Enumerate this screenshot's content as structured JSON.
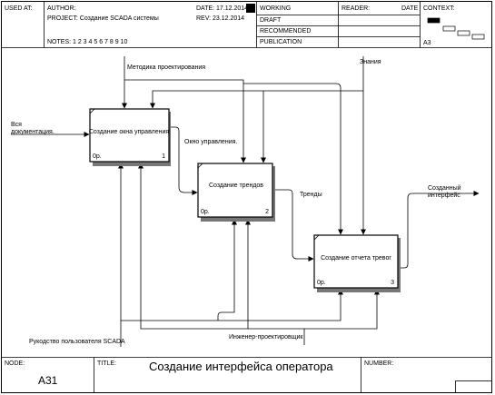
{
  "header": {
    "used_at": "USED AT:",
    "author": "AUTHOR:",
    "project": "PROJECT:  Создание SCADA системы",
    "notes": "NOTES:  1  2  3  4  5  6  7  8  9  10",
    "date": "DATE:  17.12.2014",
    "rev": "REV:   23.12.2014",
    "working": "WORKING",
    "draft": "DRAFT",
    "recommended": "RECOMMENDED",
    "publication": "PUBLICATION",
    "reader": "READER:",
    "reader_date": "DATE",
    "context": "CONTEXT:",
    "context_node": "A3"
  },
  "diagram": {
    "labels": {
      "vsya1": "Вся",
      "vsya2": "документация.",
      "metodika": "Методика проектирования",
      "znaniya": "Знания",
      "okno": "Окно управления.",
      "trendy": "Тренды",
      "created1": "Созданный",
      "created2": "интерфейс",
      "rukovodstvo": "Рукодство пользователя SCADA",
      "inzhener": "Инженер-проектировщик"
    },
    "boxes": [
      {
        "name": "Создание окна управления",
        "cost": "0р.",
        "number": "1"
      },
      {
        "name": "Создание трендов",
        "cost": "0р.",
        "number": "2"
      },
      {
        "name": "Создание отчета тревог",
        "cost": "0р.",
        "number": "3"
      }
    ]
  },
  "footer": {
    "node_label": "NODE:",
    "node_value": "A31",
    "title_label": "TITLE:",
    "title_value": "Создание интерфейса оператора",
    "number_label": "NUMBER:"
  }
}
